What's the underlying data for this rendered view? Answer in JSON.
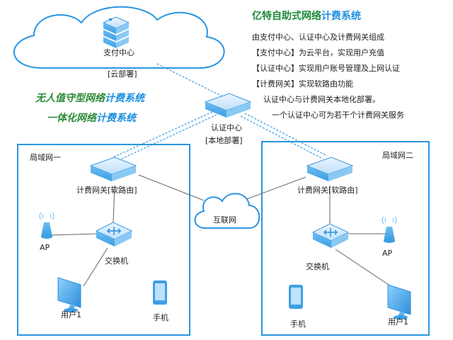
{
  "header": {
    "title_a": "亿特自助式网络",
    "title_b": "计费系统",
    "desc_lines": [
      "由支付中心、认证中心及计费网关组成",
      "【支付中心】为云平台，实现用户充值",
      "【认证中心】实现用户账号管理及上网认证",
      "【计费网关】实现软路由功能"
    ],
    "desc_tail_1": "认证中心与计费网关本地化部署。",
    "desc_tail_2": "一个认证中心可为若干个计费网关服务"
  },
  "slogan": {
    "line1_a": "无人值守型网络",
    "line1_b": "计费系统",
    "line2_a": "一体化网络",
    "line2_b": "计费系统"
  },
  "nodes": {
    "payment_center": "支付中心",
    "cloud_deploy": "[云部署]",
    "auth_center": "认证中心",
    "local_deploy": "[本地部署]",
    "internet": "互联网",
    "lan1": {
      "title": "局域网一",
      "gateway": "计费网关[软路由]",
      "ap": "AP",
      "switch": "交换机",
      "user": "用户1",
      "phone": "手机"
    },
    "lan2": {
      "title": "局域网二",
      "gateway": "计费网关[软路由]",
      "ap": "AP",
      "switch": "交换机",
      "user": "用户1",
      "phone": "手机"
    }
  },
  "colors": {
    "accent_blue": "#1b8fe0",
    "accent_green": "#2e8b3a",
    "frame_blue": "#2b95e0",
    "device_light": "#d6ecff",
    "device_mid": "#5fb3f0",
    "line_gray": "#666666"
  }
}
